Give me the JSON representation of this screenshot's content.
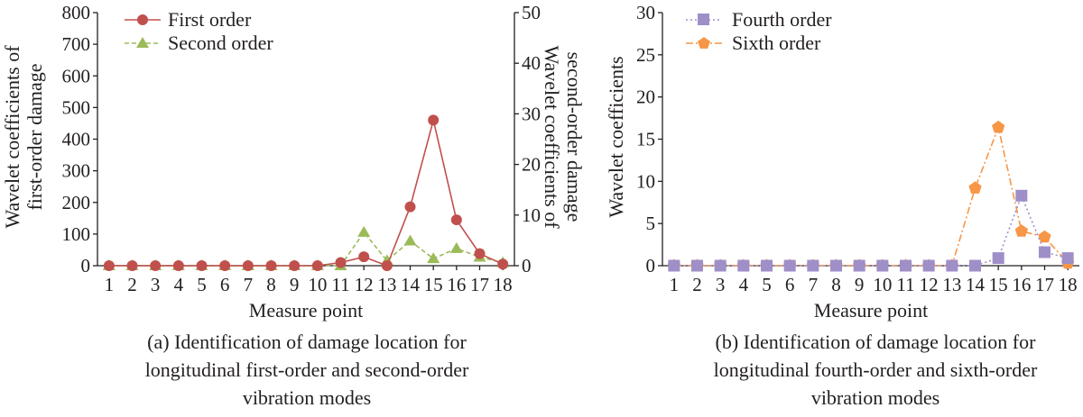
{
  "chart_data": [
    {
      "type": "line",
      "panel": "a",
      "x": [
        1,
        2,
        3,
        4,
        5,
        6,
        7,
        8,
        9,
        10,
        11,
        12,
        13,
        14,
        15,
        16,
        17,
        18
      ],
      "xlabel": "Measure point",
      "ylabel_left": [
        "Wavelet coefficients of",
        "first-order damage"
      ],
      "ylabel_right": [
        "Wavelet coefficients of",
        "second-order damage"
      ],
      "ylim_left": [
        0,
        800
      ],
      "ylim_right": [
        0,
        50
      ],
      "yticks_left": [
        0,
        100,
        200,
        300,
        400,
        500,
        600,
        700,
        800
      ],
      "yticks_right": [
        0,
        10,
        20,
        30,
        40,
        50
      ],
      "legend_position": "top-left",
      "series": [
        {
          "name": "First order",
          "axis": "left",
          "color": "#c0504d",
          "marker": "circle",
          "dash": "solid",
          "values": [
            0,
            0,
            0,
            0,
            0,
            0,
            0,
            0,
            0,
            0,
            10,
            28,
            0,
            186,
            460,
            145,
            38,
            5
          ]
        },
        {
          "name": "Second order",
          "axis": "right",
          "color": "#9bbb59",
          "marker": "triangle",
          "dash": "dashed",
          "values": [
            0,
            0,
            0,
            0,
            0,
            0,
            0,
            0,
            0,
            0,
            0,
            6.6,
            1.0,
            4.9,
            1.4,
            3.4,
            1.7,
            0.6
          ]
        }
      ],
      "caption": [
        "(a) Identification of damage location for",
        "longitudinal first-order and second-order",
        "vibration modes"
      ]
    },
    {
      "type": "line",
      "panel": "b",
      "x": [
        1,
        2,
        3,
        4,
        5,
        6,
        7,
        8,
        9,
        10,
        11,
        12,
        13,
        14,
        15,
        16,
        17,
        18
      ],
      "xlabel": "Measure point",
      "ylabel": "Wavelet coefficients",
      "ylim": [
        0,
        30
      ],
      "yticks": [
        0,
        5,
        10,
        15,
        20,
        25,
        30
      ],
      "legend_position": "top-left",
      "series": [
        {
          "name": "Fourth order",
          "color": "#9f8fc8",
          "marker": "square",
          "dash": "dotted",
          "values": [
            0,
            0,
            0,
            0,
            0,
            0,
            0,
            0,
            0,
            0,
            0,
            0,
            0,
            0,
            0.9,
            8.3,
            1.6,
            0.9
          ]
        },
        {
          "name": "Sixth order",
          "color": "#f79646",
          "marker": "pentagon",
          "dash": "dashdot",
          "values": [
            0,
            0,
            0,
            0,
            0,
            0,
            0,
            0,
            0,
            0,
            0,
            0,
            0,
            9.2,
            16.4,
            4.1,
            3.4,
            0.3
          ]
        }
      ],
      "caption": [
        "(b) Identification of damage location for",
        "longitudinal fourth-order and sixth-order",
        "vibration modes"
      ]
    }
  ]
}
